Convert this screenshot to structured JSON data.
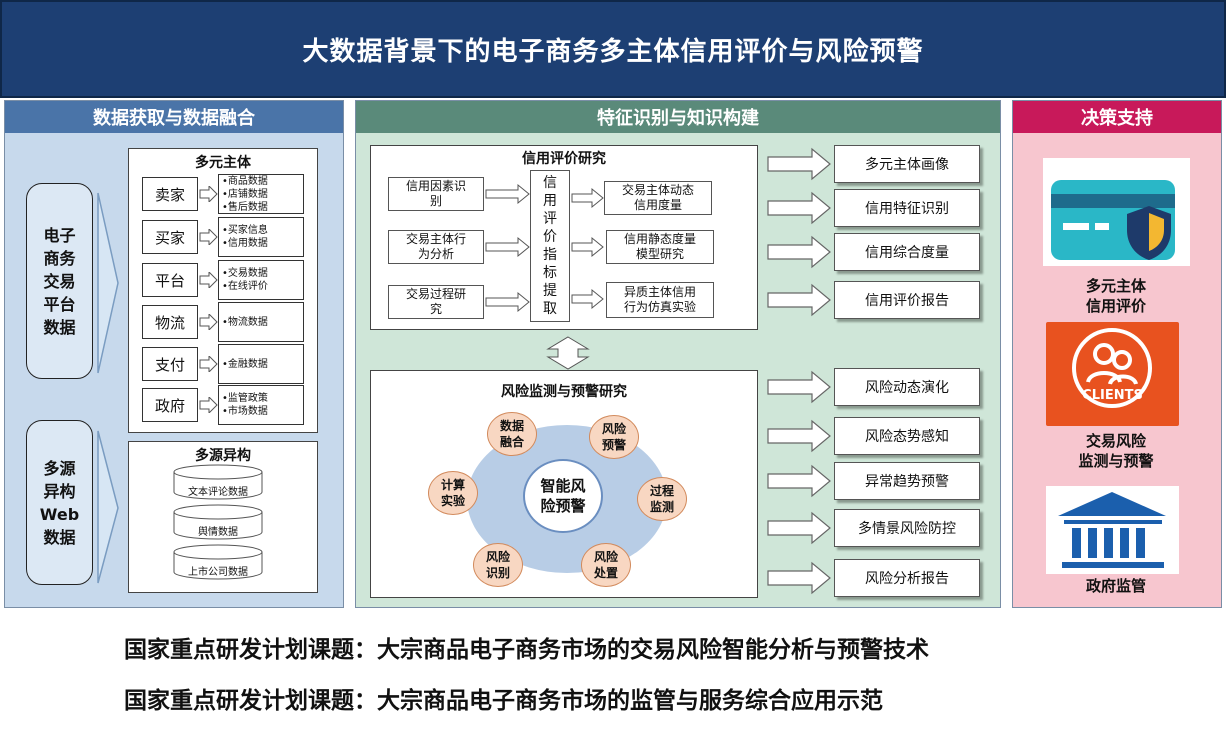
{
  "title": "大数据背景下的电子商务多主体信用评价与风险预警",
  "panels": {
    "left": "数据获取与数据融合",
    "middle": "特征识别与知识构建",
    "right": "决策支持"
  },
  "left": {
    "source1": "电子\n商务\n交易\n平台\n数据",
    "source2": "多源\n异构\nWeb\n数据",
    "entities_title": "多元主体",
    "entities": [
      {
        "name": "卖家",
        "items": "•商品数据\n•店铺数据\n•售后数据"
      },
      {
        "name": "买家",
        "items": "•买家信息\n•信用数据"
      },
      {
        "name": "平台",
        "items": "•交易数据\n•在线评价"
      },
      {
        "name": "物流",
        "items": "•物流数据"
      },
      {
        "name": "支付",
        "items": "•金融数据"
      },
      {
        "name": "政府",
        "items": "•监管政策\n•市场数据"
      }
    ],
    "hetero_title": "多源异构",
    "databases": [
      "文本评论数据",
      "舆情数据",
      "上市公司数据"
    ]
  },
  "credit": {
    "title": "信用评价研究",
    "inputs": [
      "信用因素识\n别",
      "交易主体行\n为分析",
      "交易过程研\n究"
    ],
    "center": "信\n用\n评\n价\n指\n标\n提\n取",
    "outputs": [
      "交易主体动态\n信用度量",
      "信用静态度量\n模型研究",
      "异质主体信用\n行为仿真实验"
    ],
    "results": [
      "多元主体画像",
      "信用特征识别",
      "信用综合度量",
      "信用评价报告"
    ]
  },
  "risk": {
    "title": "风险监测与预警研究",
    "center": "智能风\n险预警",
    "nodes": [
      "数据\n融合",
      "风险\n预警",
      "过程\n监测",
      "风险\n处置",
      "风险\n识别",
      "计算\n实验"
    ],
    "results": [
      "风险动态演化",
      "风险态势感知",
      "异常趋势预警",
      "多情景风险防控",
      "风险分析报告"
    ]
  },
  "decision": {
    "items": [
      {
        "label": "多元主体\n信用评价",
        "icon": "credit-card-shield-icon"
      },
      {
        "label": "交易风险\n监测与预警",
        "icon": "clients-icon",
        "icon_text": "CLIENTS"
      },
      {
        "label": "政府监管",
        "icon": "government-building-icon"
      }
    ]
  },
  "footer": [
    "国家重点研发计划课题：大宗商品电子商务市场的交易风险智能分析与预警技术",
    "国家重点研发计划课题：大宗商品电子商务市场的监管与服务综合应用示范"
  ],
  "colors": {
    "title_bg": "#1d3f73",
    "left_head": "#4a74a8",
    "middle_head": "#5a8a7a",
    "right_head": "#c8195a"
  }
}
